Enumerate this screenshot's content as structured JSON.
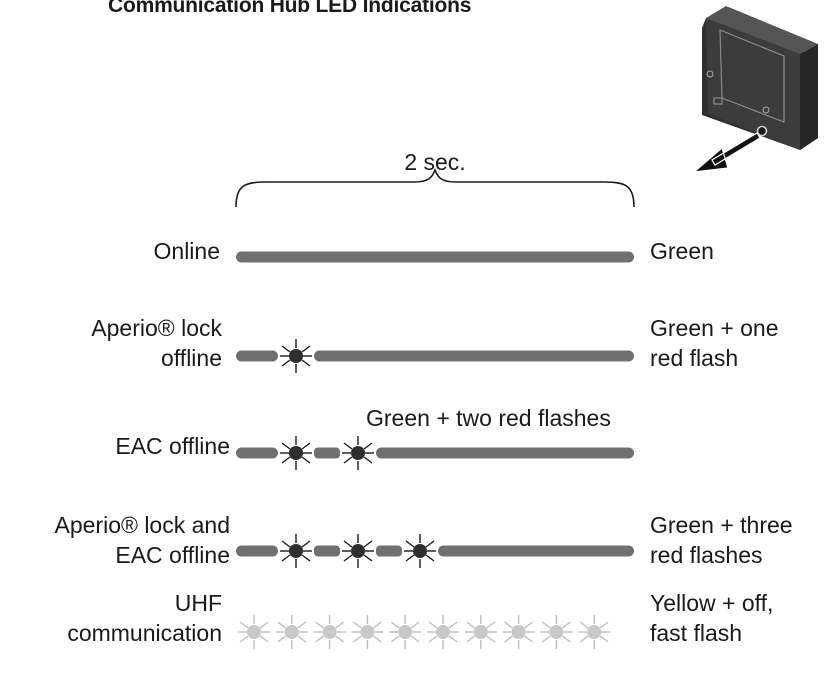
{
  "title": "Communication Hub LED Indications",
  "duration_label": "2 sec.",
  "rows": [
    {
      "key": "online",
      "state_lines": [
        "Online"
      ],
      "indication_lines": [
        "Green"
      ],
      "led_color": "#707070",
      "flashes": 0
    },
    {
      "key": "aperio_lock_offline",
      "state_lines": [
        "Aperio® lock",
        "offline"
      ],
      "indication_lines": [
        "Green + one",
        "red flash"
      ],
      "led_color": "#707070",
      "flashes": 1
    },
    {
      "key": "eac_offline",
      "state_lines": [
        "EAC offline"
      ],
      "indication_lines": [
        "Green + two red flashes"
      ],
      "led_color": "#707070",
      "flashes": 2
    },
    {
      "key": "aperio_lock_and_eac_offline",
      "state_lines": [
        "Aperio® lock and",
        "EAC offline"
      ],
      "indication_lines": [
        "Green + three",
        "red flashes"
      ],
      "led_color": "#707070",
      "flashes": 3
    },
    {
      "key": "uhf_communication",
      "state_lines": [
        "UHF",
        "communication"
      ],
      "indication_lines": [
        "Yellow + off,",
        "fast flash"
      ],
      "led_color": "#c8c8c8",
      "flashes": 10
    }
  ],
  "colors": {
    "led_bar": "#707070",
    "flash_dot": "#2e2e2e",
    "uhf_dot": "#c8c8c8",
    "hub_body": "#3a3a3a"
  },
  "icons": {
    "device": "communication-hub-icon",
    "pointer": "pointer-arrow-icon"
  }
}
